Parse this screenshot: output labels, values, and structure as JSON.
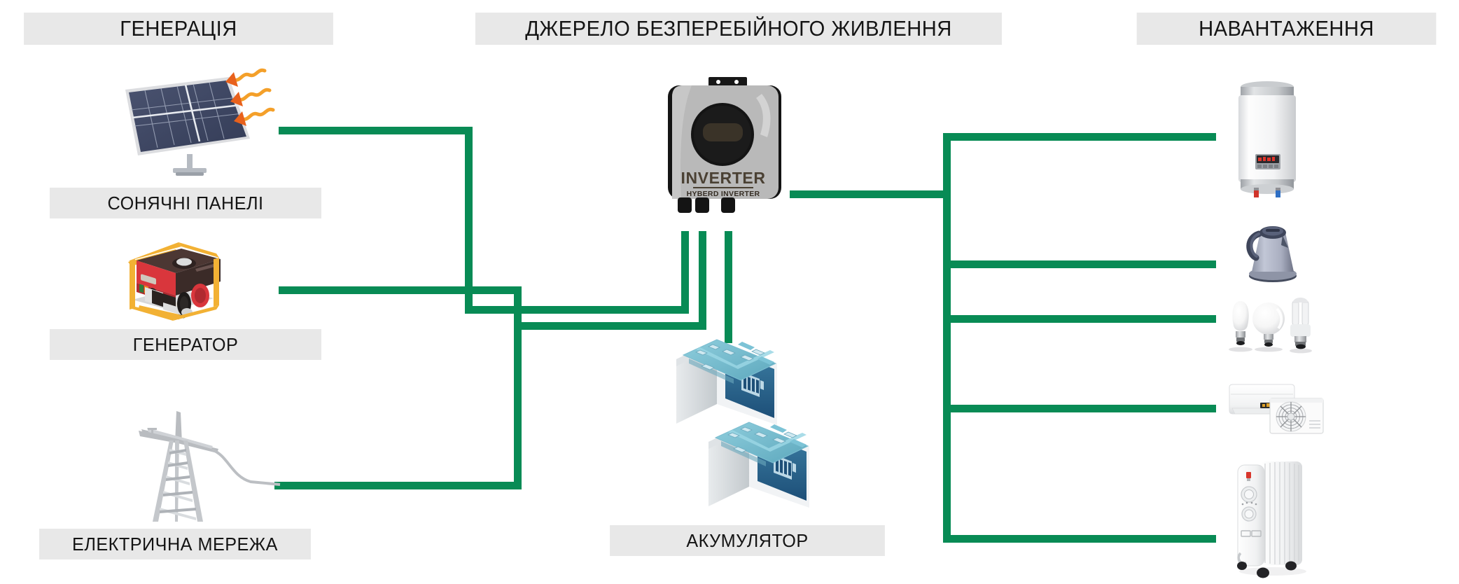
{
  "diagram": {
    "title": "Hybrid UPS / inverter power system schematic",
    "accent_color": "#088b55",
    "plate_color": "#e8e8e8",
    "text_color": "#141414"
  },
  "sections": [
    {
      "id": "generation",
      "label": "ГЕНЕРАЦІЯ"
    },
    {
      "id": "ups",
      "label": "ДЖЕРЕЛО БЕЗПЕРЕБІЙНОГО ЖИВЛЕННЯ"
    },
    {
      "id": "load",
      "label": "НАВАНТАЖЕННЯ"
    }
  ],
  "sources": [
    {
      "id": "solar",
      "label": "СОНЯЧНІ ПАНЕЛІ",
      "icon": "solar-panel-icon"
    },
    {
      "id": "generator",
      "label": "ГЕНЕРАТОР",
      "icon": "fuel-generator-icon"
    },
    {
      "id": "grid",
      "label": "ЕЛЕКТРИЧНА МЕРЕЖА",
      "icon": "transmission-tower-icon"
    }
  ],
  "storage": {
    "id": "battery",
    "label": "АКУМУЛЯТОР",
    "icon": "battery-bank-icon",
    "unit_count": 2
  },
  "inverter": {
    "brand": "INVERTER",
    "subtitle": "HYBERD INVERTER",
    "icon": "wall-inverter-icon",
    "input_ports": 3,
    "output_ports": 1
  },
  "loads": [
    {
      "id": "water-heater",
      "icon": "water-heater-icon"
    },
    {
      "id": "electric-kettle",
      "icon": "electric-kettle-icon"
    },
    {
      "id": "light-bulbs",
      "icon": "light-bulbs-icon"
    },
    {
      "id": "air-conditioner",
      "icon": "air-conditioner-icon"
    },
    {
      "id": "oil-radiator",
      "icon": "oil-radiator-icon"
    }
  ]
}
